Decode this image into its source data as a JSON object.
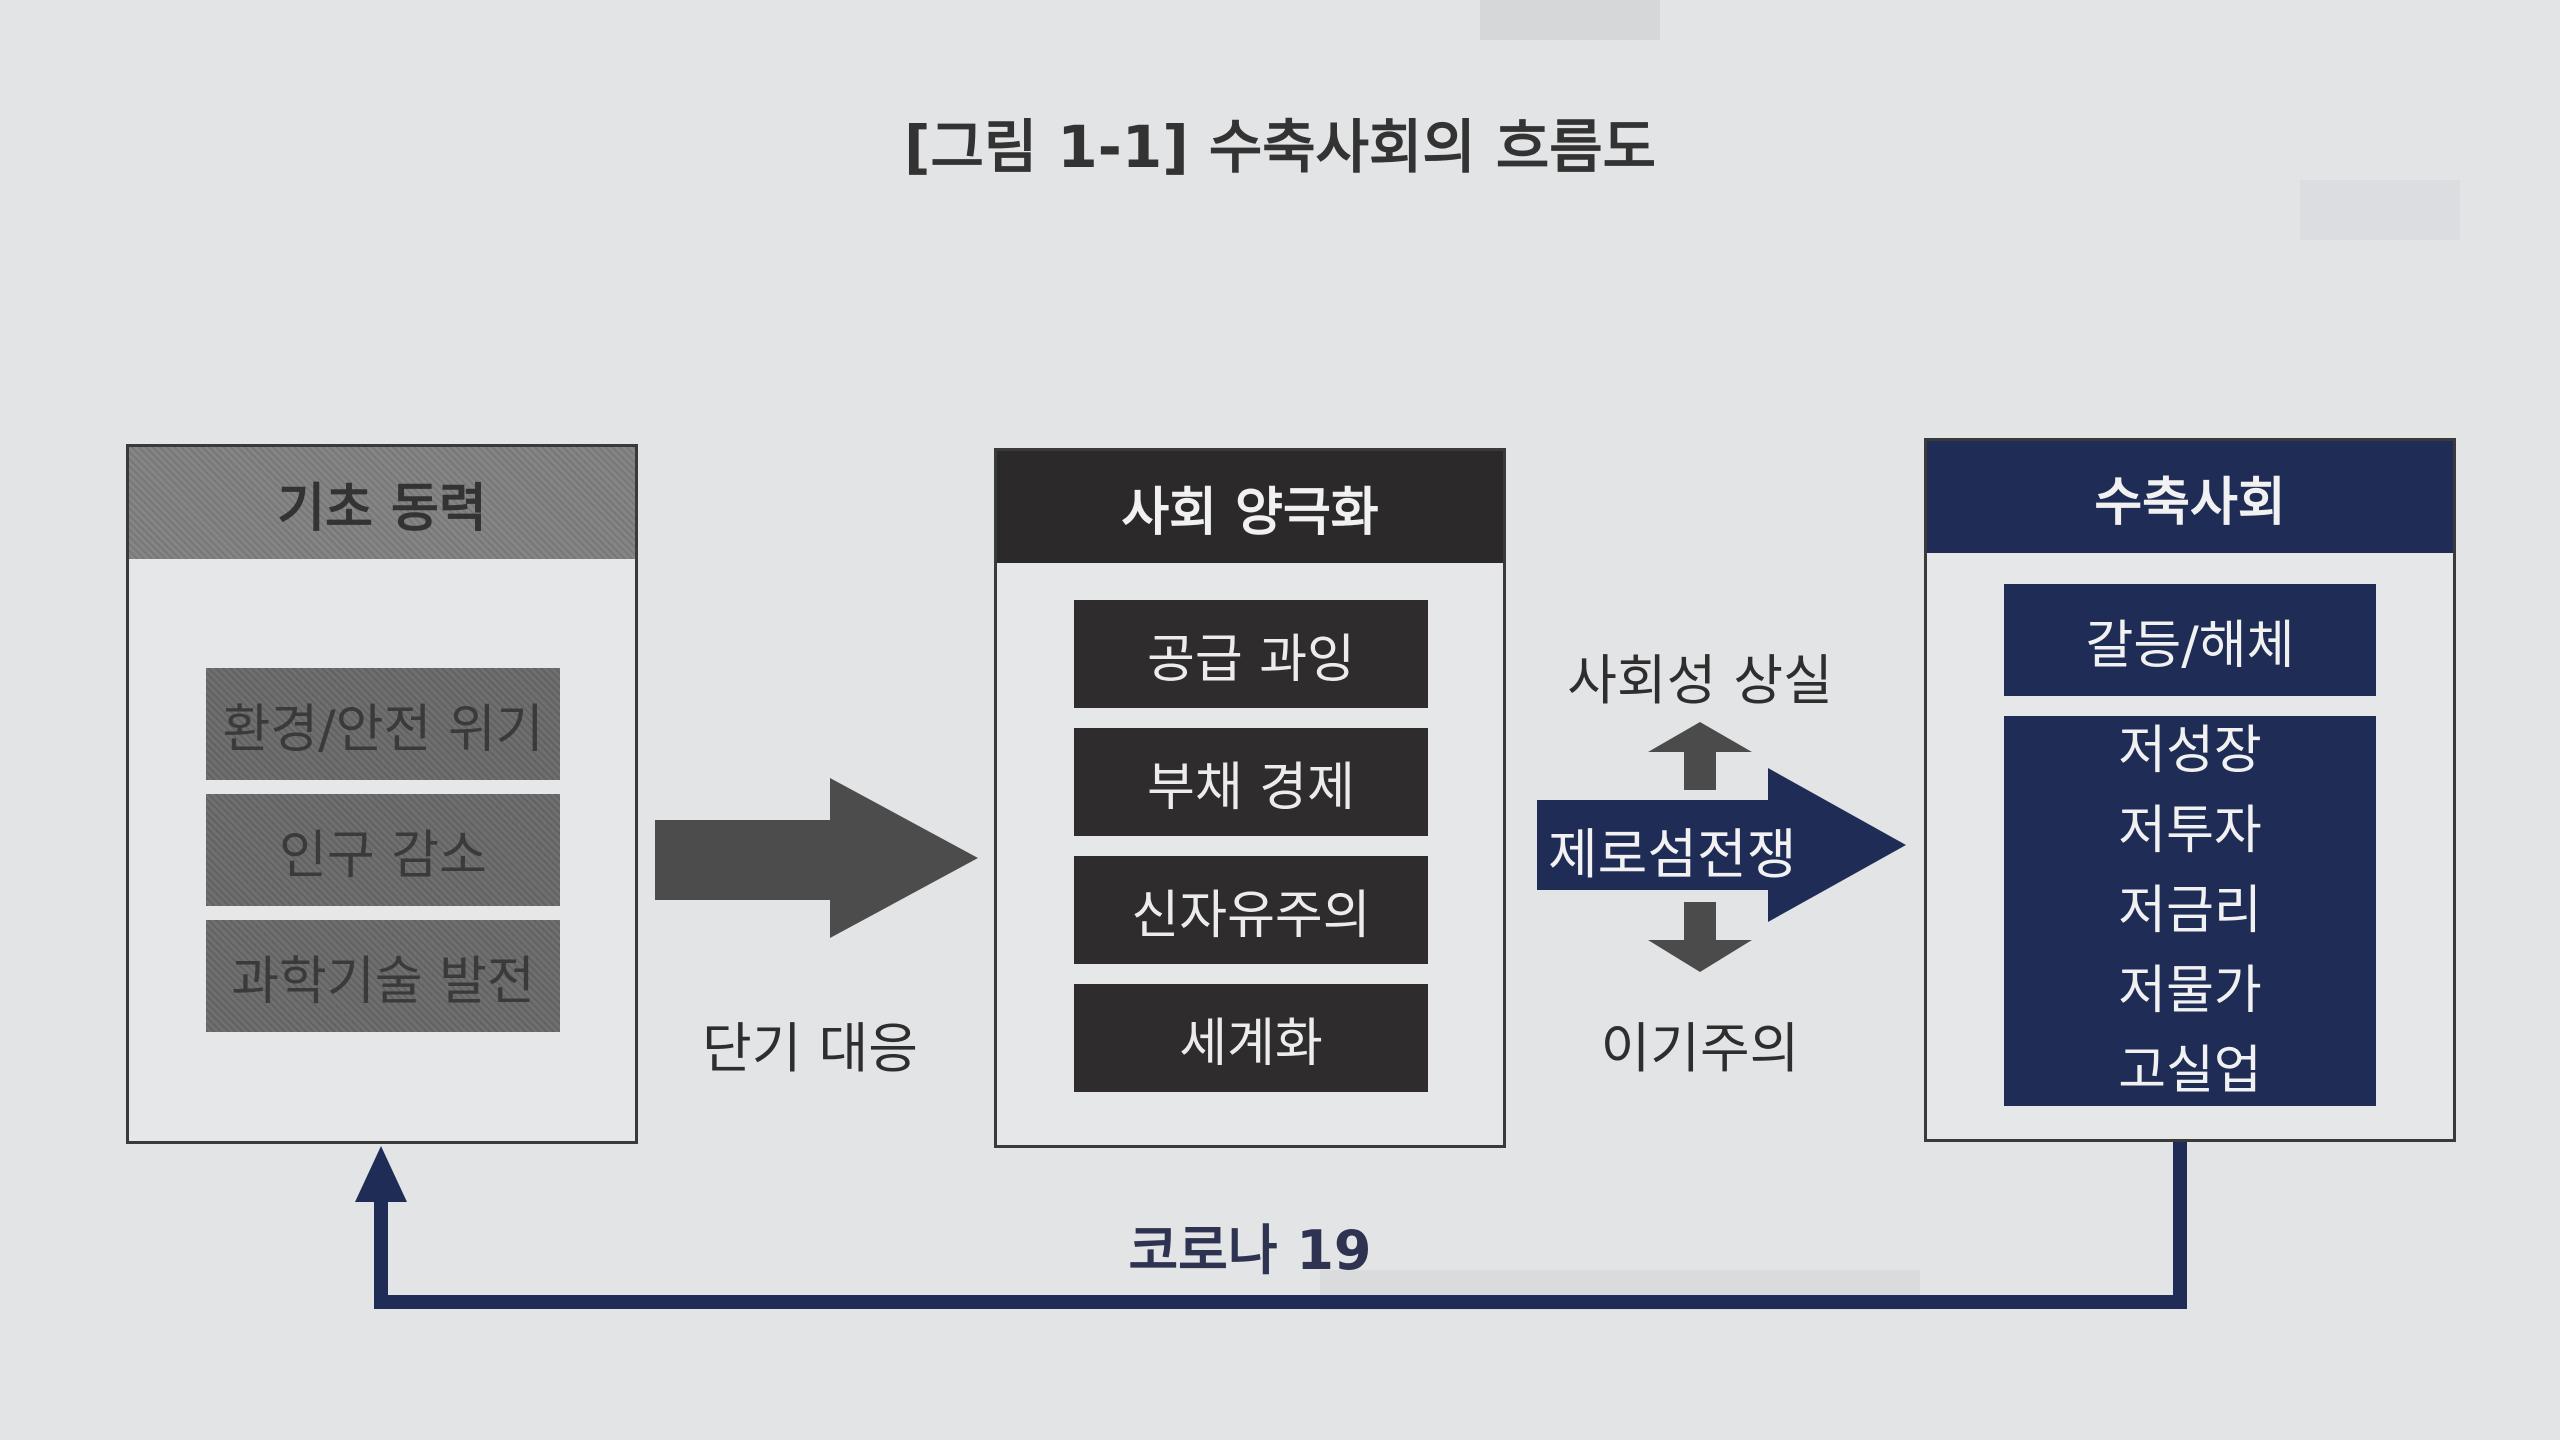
{
  "figure": {
    "title": "[그림 1-1] 수축사회의 흐름도"
  },
  "panels": {
    "base_forces": {
      "header": "기초 동력",
      "items": [
        "환경/안전 위기",
        "인구 감소",
        "과학기술 발전"
      ]
    },
    "polarization": {
      "header": "사회 양극화",
      "items": [
        "공급 과잉",
        "부채 경제",
        "신자유주의",
        "세계화"
      ]
    },
    "shrinking_society": {
      "header": "수축사회",
      "conflict_box": "갈등/해체",
      "outcomes": [
        "저성장",
        "저투자",
        "저금리",
        "저물가",
        "고실업"
      ]
    }
  },
  "connectors": {
    "short_term_response": "단기 대응",
    "zero_sum_war": "제로섬전쟁",
    "loss_of_sociality": "사회성 상실",
    "selfishness": "이기주의",
    "feedback_loop": "코로나 19"
  },
  "colors": {
    "background": "#e3e4e6",
    "gray_header": "#858585",
    "gray_item": "#6f6f70",
    "dark": "#2b2929",
    "navy": "#1f2c55",
    "big_arrow": "#4c4c4c"
  }
}
